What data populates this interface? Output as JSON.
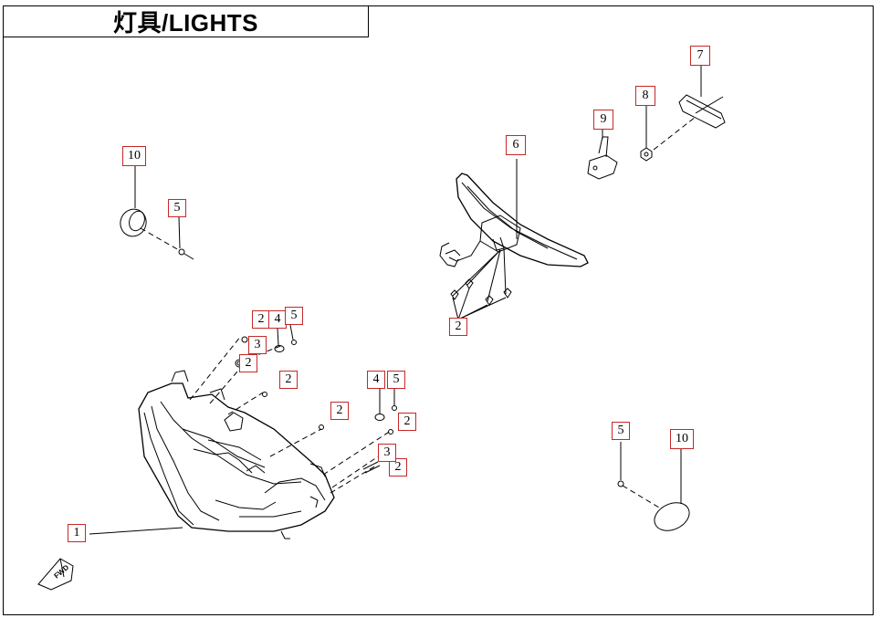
{
  "title": "灯具/LIGHTS",
  "callouts": {
    "c1": "1",
    "c2a": "2",
    "c2b": "2",
    "c2c": "2",
    "c2d": "2",
    "c2e": "2",
    "c2f": "2",
    "c2g": "2",
    "c3a": "3",
    "c3b": "3",
    "c4a": "4",
    "c4b": "4",
    "c5a": "5",
    "c5b": "5",
    "c5c": "5",
    "c5d": "5",
    "c6": "6",
    "c7": "7",
    "c8": "8",
    "c9": "9",
    "c10a": "10",
    "c10b": "10"
  },
  "fwd_label": "FWD"
}
